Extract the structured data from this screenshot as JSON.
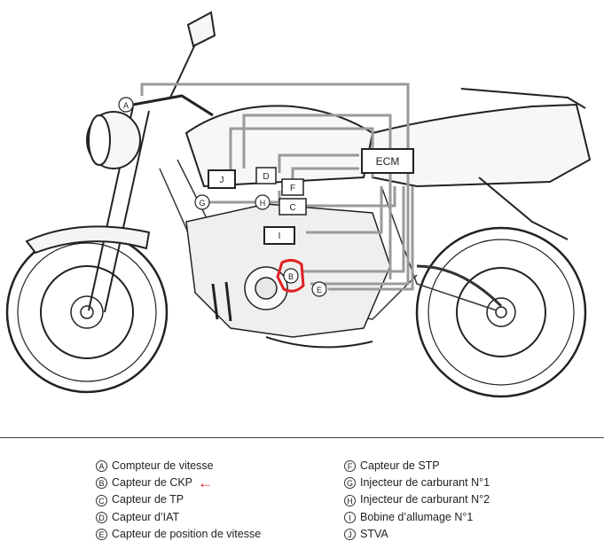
{
  "diagram": {
    "ecm_label": "ECM",
    "callouts": {
      "A": "A",
      "B": "B",
      "C": "C",
      "D": "D",
      "E": "E",
      "F": "F",
      "G": "G",
      "H": "H",
      "I": "I",
      "J": "J"
    },
    "highlight_color": "#e02020"
  },
  "legend": {
    "left": [
      {
        "letter": "A",
        "text": "Compteur de vitesse"
      },
      {
        "letter": "B",
        "text": "Capteur de CKP"
      },
      {
        "letter": "C",
        "text": "Capteur de TP"
      },
      {
        "letter": "D",
        "text": "Capteur d’IAT"
      },
      {
        "letter": "E",
        "text": "Capteur de position de vitesse"
      }
    ],
    "right": [
      {
        "letter": "F",
        "text": "Capteur de STP"
      },
      {
        "letter": "G",
        "text": "Injecteur de carburant N°1"
      },
      {
        "letter": "H",
        "text": "Injecteur de carburant N°2"
      },
      {
        "letter": "I",
        "text": "Bobine d’allumage N°1"
      },
      {
        "letter": "J",
        "text": "STVA"
      }
    ]
  }
}
